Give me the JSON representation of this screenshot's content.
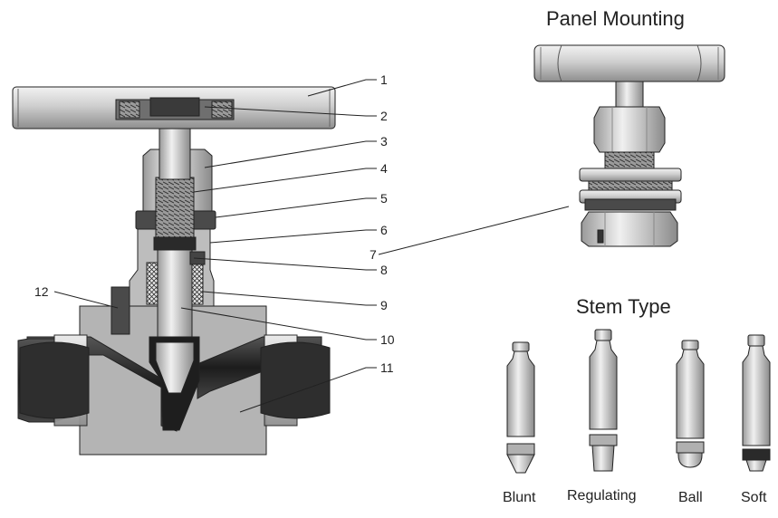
{
  "panel_title": "Panel Mounting",
  "stem_title": "Stem Type",
  "callouts": [
    "1",
    "2",
    "3",
    "4",
    "5",
    "6",
    "7",
    "8",
    "9",
    "10",
    "11",
    "12"
  ],
  "stem_types": [
    "Blunt",
    "Regulating",
    "Ball",
    "Soft"
  ],
  "colors": {
    "line": "#222222",
    "metal_light": "#d6d6d6",
    "metal_mid": "#a8a8a8",
    "body_gray": "#b5b5b5",
    "dark": "#2a2a2a"
  }
}
